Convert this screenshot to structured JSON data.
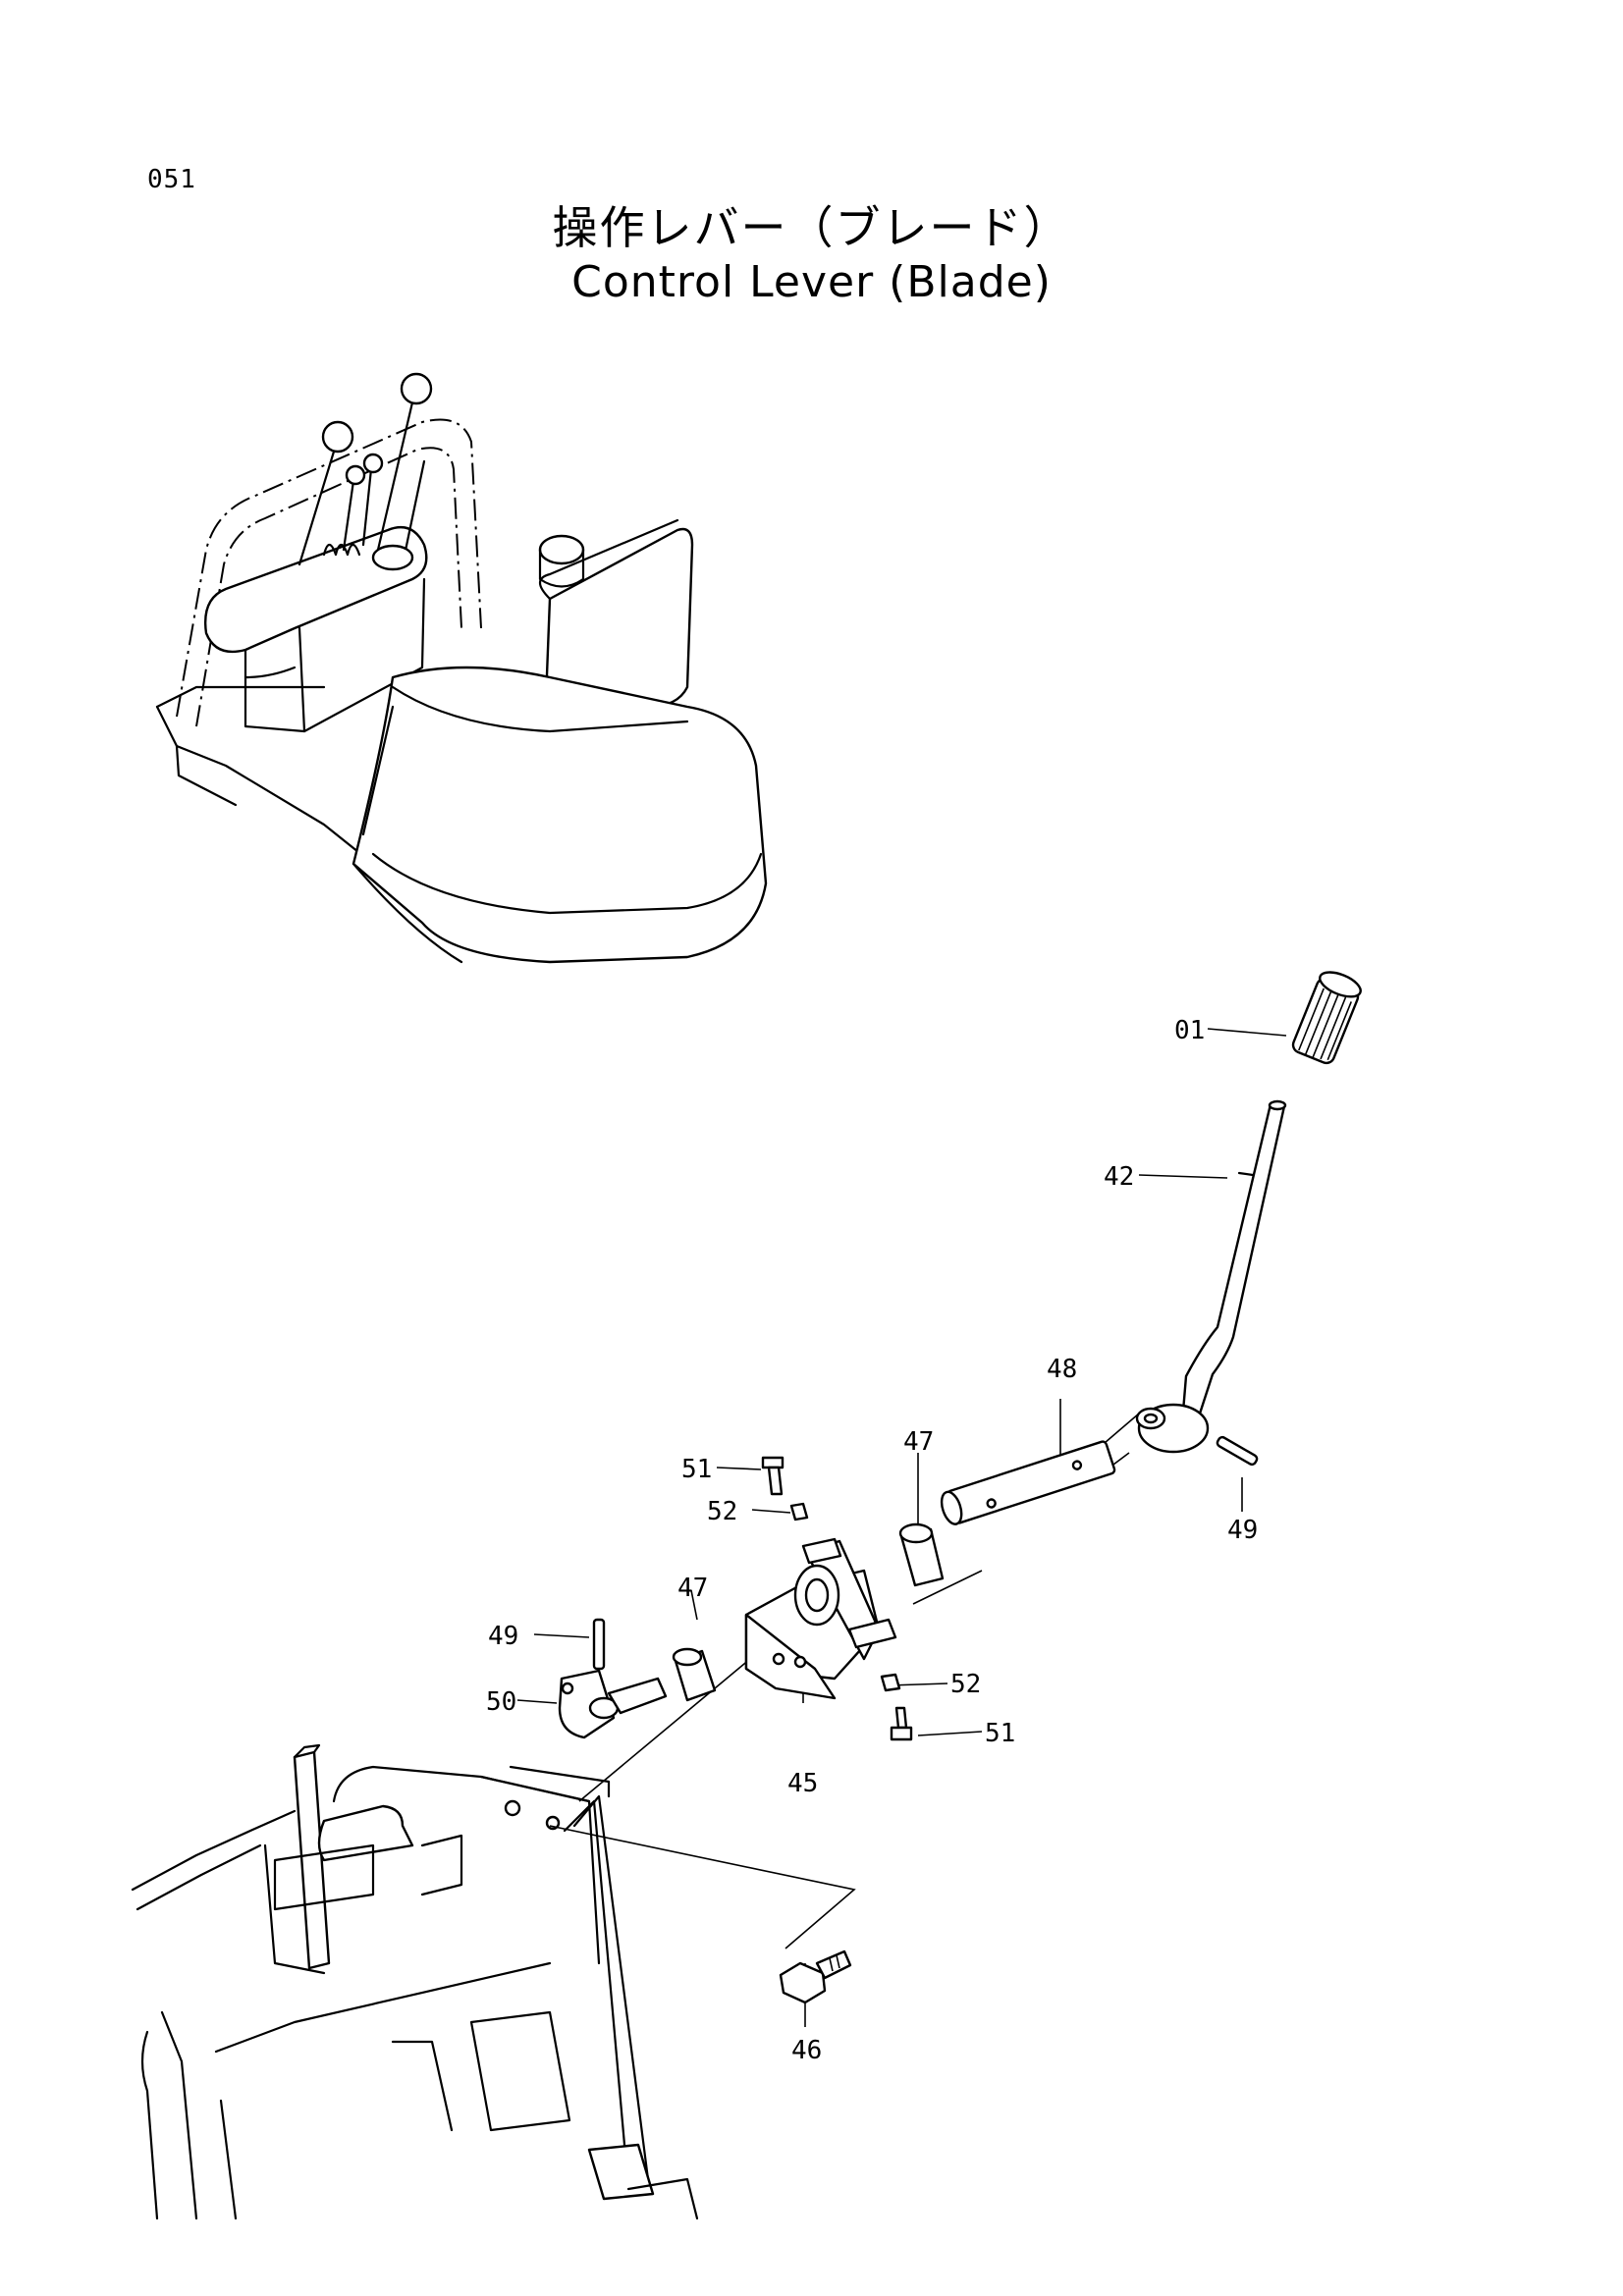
{
  "header": {
    "page_code": "051",
    "title_ja": "操作レバー（ブレード）",
    "title_en": "Control Lever (Blade)"
  },
  "callouts": {
    "c01": "01",
    "c42": "42",
    "c48": "48",
    "c47a": "47",
    "c47b": "47",
    "c49a": "49",
    "c49b": "49",
    "c51a": "51",
    "c51b": "51",
    "c52a": "52",
    "c52b": "52",
    "c50": "50",
    "c45": "45",
    "c46": "46"
  }
}
